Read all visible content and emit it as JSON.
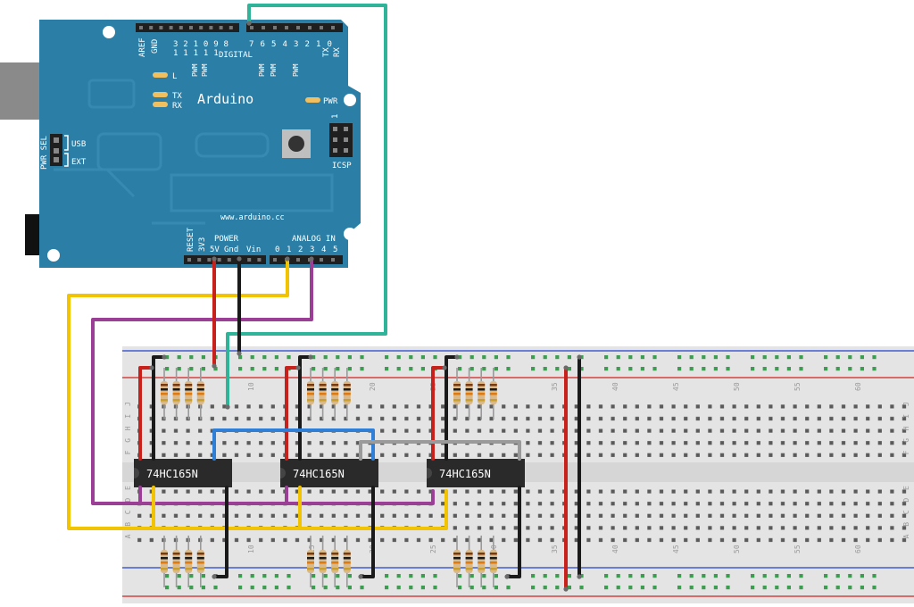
{
  "arduino": {
    "brand": "Arduino",
    "url": "www.arduino.cc",
    "header_labels": {
      "aref": "AREF",
      "gnd": "GND",
      "digital": "DIGITAL",
      "tx": "TX",
      "rx": "RX",
      "tx0": "TX",
      "rx0": "RX",
      "digital_pins_high": [
        "1",
        "1",
        "1",
        "1",
        "1"
      ],
      "digital_pins_high_low": [
        "3",
        "2",
        "1",
        "0",
        "9",
        "8"
      ],
      "digital_pins_low": [
        "7",
        "6",
        "5",
        "4",
        "3",
        "2",
        "1",
        "0"
      ],
      "pwm": "PWM",
      "led_l": "L",
      "led_pwr": "PWR",
      "icsp": "ICSP",
      "icsp_pin1": "1",
      "pwr_sel": "PWR SEL",
      "usb": "USB",
      "ext": "EXT",
      "reset": "RESET",
      "v3": "3V3",
      "power": "POWER",
      "v5": "5V",
      "gnd_power": "Gnd",
      "vin": "Vin",
      "analog_in": "ANALOG IN",
      "analog_pins": [
        "0",
        "1",
        "2",
        "3",
        "4",
        "5"
      ]
    },
    "colors": {
      "board": "#2b7fa6",
      "board_dark": "#236a8c",
      "connector": "#1f1f1f"
    }
  },
  "breadboard": {
    "column_numbers": [
      "10",
      "15",
      "20",
      "25",
      "30",
      "35",
      "40",
      "45",
      "50",
      "55",
      "60"
    ],
    "row_letters_top": [
      "J",
      "I",
      "H",
      "G",
      "F"
    ],
    "row_letters_bottom": [
      "E",
      "D",
      "C",
      "B",
      "A"
    ],
    "colors": {
      "board": "#e6e6e6",
      "rail_red": "#d02020",
      "rail_blue": "#2040d0",
      "hole": "#4a4a4a",
      "hole_green": "#28a040"
    }
  },
  "chips": [
    {
      "label": "74HC165N"
    },
    {
      "label": "74HC165N"
    },
    {
      "label": "74HC165N"
    }
  ],
  "wire_colors": {
    "red": "#c8201a",
    "black": "#1a1a1a",
    "yellow": "#f2c400",
    "purple": "#9b3f96",
    "teal": "#2fb49a",
    "blue": "#2f7fd6",
    "grey": "#9a9a9a"
  }
}
